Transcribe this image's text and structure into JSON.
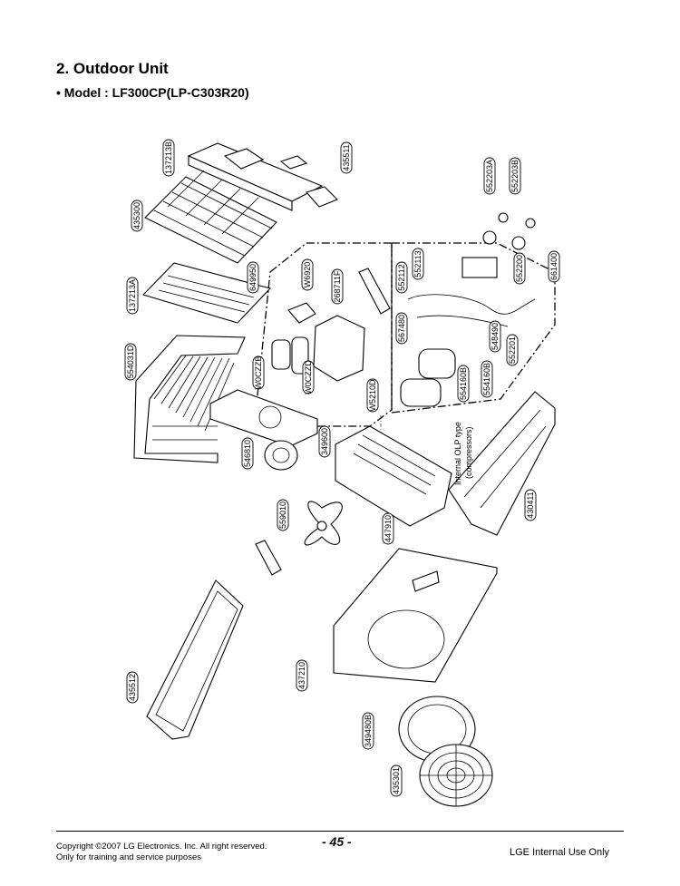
{
  "header": {
    "title": "2. Outdoor Unit",
    "subtitle": "• Model : LF300CP(LP-C303R20)"
  },
  "diagram": {
    "part_labels": [
      "137213B",
      "435511",
      "435300",
      "552203A",
      "552203B",
      "137213A",
      "649950",
      "W6920",
      "268711F",
      "552112",
      "552113",
      "552200",
      "661400",
      "554031D",
      "567480",
      "548490",
      "552201",
      "W0CZZB",
      "W0CZZD",
      "W5210D",
      "554160B",
      "554160B",
      "546810",
      "349600",
      "559010",
      "447910",
      "430411",
      "437210",
      "435512",
      "349480B",
      "435301"
    ],
    "annotation_lines": [
      "Internal OLP type",
      "(compressors)"
    ]
  },
  "footer": {
    "copyright": "Copyright ©2007 LG Electronics. Inc. All right reserved.",
    "note": "Only for training and service purposes",
    "page": "- 45 -",
    "right": "LGE Internal Use Only"
  }
}
